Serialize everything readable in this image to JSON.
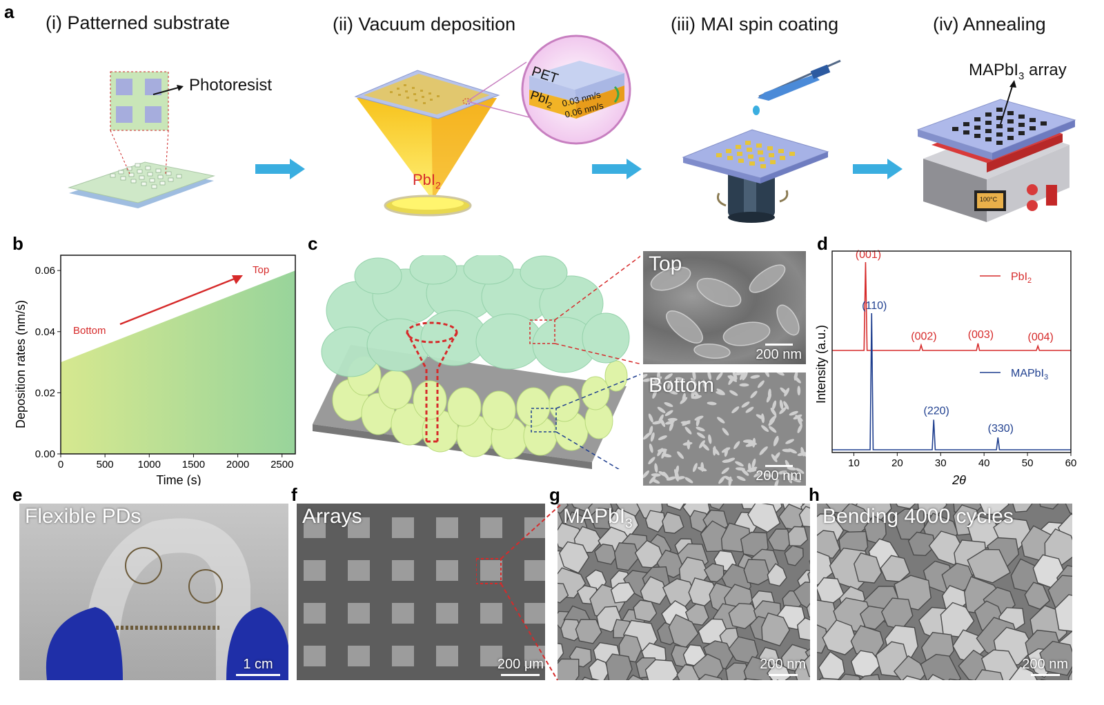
{
  "panels": {
    "a": "a",
    "b": "b",
    "c": "c",
    "d": "d",
    "e": "e",
    "f": "f",
    "g": "g",
    "h": "h"
  },
  "panel_a": {
    "steps": [
      "(i) Patterned substrate",
      "(ii) Vacuum deposition",
      "(iii) MAI spin coating",
      "(iv) Annealing"
    ],
    "photoresist_label": "Photoresist",
    "pbi2_label": "PbI",
    "pbi2_sub": "2",
    "zoom_pet": "PET",
    "zoom_pbi2": "PbI",
    "zoom_pbi2_sub": "2",
    "rate_top": "0.03 nm/s",
    "rate_bottom": "0.06 nm/s",
    "array_label_main": "MAPbI",
    "array_label_sub": "3",
    "array_label_tail": " array",
    "hotplate_temp": "100°C"
  },
  "panel_c": {
    "top_label": "Top",
    "bottom_label": "Bottom",
    "scale_top": "200 nm",
    "scale_bottom": "200 nm"
  },
  "panel_e": {
    "label": "Flexible PDs",
    "scale": "1 cm"
  },
  "panel_f": {
    "label": "Arrays",
    "scale": "200 μm"
  },
  "panel_g": {
    "label_main": "MAPbI",
    "label_sub": "3",
    "scale": "200 nm"
  },
  "panel_h": {
    "label": "Bending 4000 cycles",
    "scale": "200 nm"
  },
  "colors": {
    "arrow_blue": "#3aaee0",
    "pbi2_red": "#d62a2a",
    "mapbi3_blue": "#1f3f8f",
    "green_light": "#c8e89a",
    "green_dark": "#8fd3a8"
  },
  "chart_data": [
    {
      "id": "b",
      "type": "area",
      "xlabel": "Time (s)",
      "ylabel": "Deposition rates (nm/s)",
      "xlim": [
        0,
        2650
      ],
      "ylim": [
        0,
        0.065
      ],
      "xticks": [
        0,
        500,
        1000,
        1500,
        2000,
        2500
      ],
      "yticks": [
        0.0,
        0.02,
        0.04,
        0.06
      ],
      "xtick_labels": [
        "0",
        "500",
        "1000",
        "1500",
        "2000",
        "2500"
      ],
      "ytick_labels": [
        "0.00",
        "0.02",
        "0.04",
        "0.06"
      ],
      "x": [
        0,
        2650
      ],
      "y": [
        0.03,
        0.06
      ],
      "annotations": {
        "top": "Top",
        "bottom": "Bottom"
      }
    },
    {
      "id": "d",
      "type": "line",
      "xlabel": "2θ",
      "ylabel": "Intensity (a.u.)",
      "xlim": [
        5,
        60
      ],
      "xticks": [
        10,
        20,
        30,
        40,
        50,
        60
      ],
      "xtick_labels": [
        "10",
        "20",
        "30",
        "40",
        "50",
        "60"
      ],
      "series": [
        {
          "name": "PbI",
          "name_sub": "2",
          "color": "#d62a2a",
          "peaks": [
            {
              "x": 12.7,
              "h": 1.0,
              "label": "(001)"
            },
            {
              "x": 25.5,
              "h": 0.06,
              "label": "(002)"
            },
            {
              "x": 38.6,
              "h": 0.08,
              "label": "(003)"
            },
            {
              "x": 52.4,
              "h": 0.05,
              "label": "(004)"
            }
          ]
        },
        {
          "name": "MAPbI",
          "name_sub": "3",
          "color": "#1f3f8f",
          "peaks": [
            {
              "x": 14.1,
              "h": 1.0,
              "label": "(110)"
            },
            {
              "x": 28.4,
              "h": 0.22,
              "label": "(220)"
            },
            {
              "x": 43.2,
              "h": 0.09,
              "label": "(330)"
            }
          ]
        }
      ]
    }
  ]
}
